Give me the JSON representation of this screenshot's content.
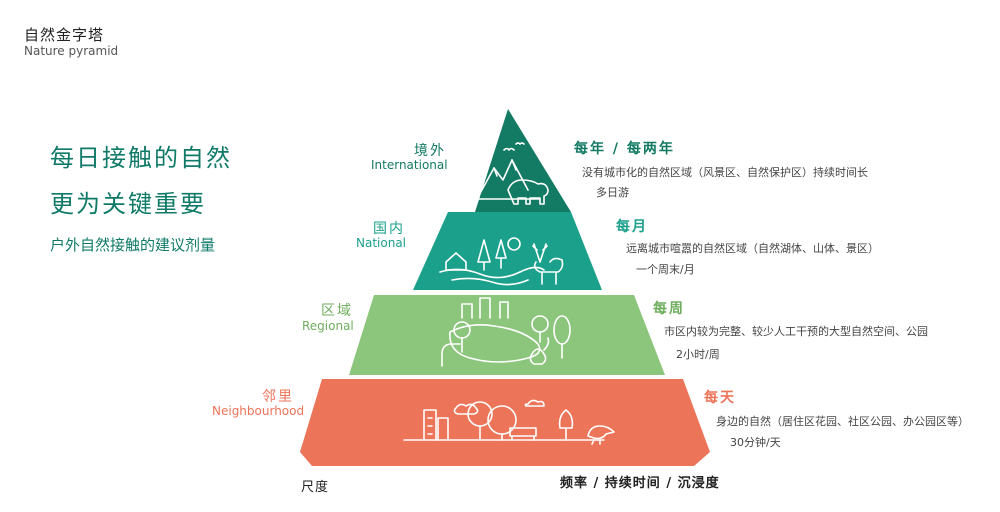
{
  "header": {
    "title": "自然金字塔",
    "subtitle": "Nature pyramid"
  },
  "left": {
    "heading_line1": "每日接触的自然",
    "heading_line2": "更为关键重要",
    "caption": "户外自然接触的建议剂量"
  },
  "levels": [
    {
      "cn": "境外",
      "en": "International",
      "color": "#137a64",
      "frequency": "每年 / 每两年",
      "description": "没有城市化的自然区域（风景区、自然保护区）持续时间长",
      "duration": "多日游"
    },
    {
      "cn": "国内",
      "en": "National",
      "color": "#1ba08c",
      "frequency": "每月",
      "description": "远离城市喧嚣的自然区域（自然湖体、山体、景区）",
      "duration": "一个周末/月"
    },
    {
      "cn": "区域",
      "en": "Regional",
      "color": "#8cc57c",
      "frequency": "每周",
      "description": "市区内较为完整、较少人工干预的大型自然空间、公园",
      "duration": "2小时/周"
    },
    {
      "cn": "邻里",
      "en": "Neighbourhood",
      "color": "#ec7559",
      "frequency": "每天",
      "description": "身边的自然（居住区花园、社区公园、办公园区等）",
      "duration": "30分钟/天"
    }
  ],
  "axis": {
    "left_label": "尺度",
    "right_label": "频率 / 持续时间 / 沉浸度"
  }
}
